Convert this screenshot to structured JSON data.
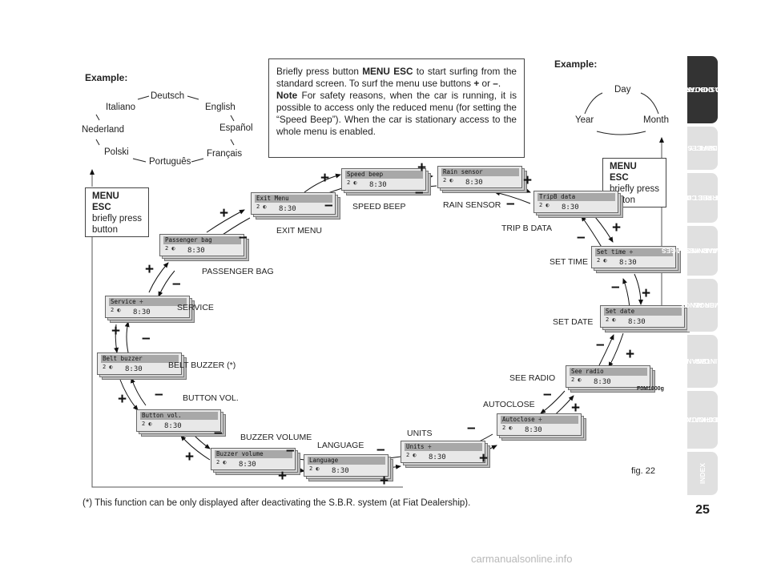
{
  "example_left_title": "Example:",
  "example_right_title": "Example:",
  "languages": [
    "Deutsch",
    "Italiano",
    "English",
    "Nederland",
    "Español",
    "Polski",
    "Français",
    "Português"
  ],
  "months": [
    "Day",
    "Year",
    "Month"
  ],
  "note": {
    "p1_a": "Briefly press button ",
    "p1_b": "MENU ESC",
    "p1_c": " to start surfing from the standard screen. To surf the menu use buttons ",
    "p1_plus": "+",
    "p1_or": " or ",
    "p1_minus": "–",
    "p1_end": ".",
    "p2_label": "Note",
    "p2_text": " For safety reasons, when the car is running, it is possible to access only the reduced menu (for setting the “Speed Beep”). When the car is stationary access to the whole menu is enabled."
  },
  "menu_esc_left": {
    "title1": "MENU",
    "title2": "ESC",
    "line1": "briefly press",
    "line2": "button"
  },
  "menu_esc_right": {
    "title1": "MENU",
    "title2": "ESC",
    "line1": "briefly press",
    "line2": "button"
  },
  "screens": [
    {
      "title": "Speed beep",
      "sub": "2 ◐",
      "time": "8:30",
      "caption": "SPEED BEEP"
    },
    {
      "title": "Rain sensor",
      "sub": "2 ◐",
      "time": "8:30",
      "caption": "RAIN SENSOR"
    },
    {
      "title": "Exit Menu",
      "sub": "2 ◐",
      "time": "8:30",
      "caption": "EXIT MENU"
    },
    {
      "title": "TripB data",
      "sub": "2 ◐",
      "time": "8:30",
      "caption": "TRIP  B  DATA"
    },
    {
      "title": "Passenger bag",
      "sub": "2 ◐",
      "time": "8:30",
      "caption": "PASSENGER   BAG"
    },
    {
      "title": "Set time  ÷",
      "sub": "2 ◐",
      "time": "8:30",
      "caption": "SET TIME"
    },
    {
      "title": "Service  ÷",
      "sub": "2 ◐",
      "time": "8:30",
      "caption": "SERVICE"
    },
    {
      "title": "Set date",
      "sub": "2 ◐",
      "time": "8:30",
      "caption": "SET  DATE"
    },
    {
      "title": "Belt buzzer",
      "sub": "2 ◐",
      "time": "8:30",
      "caption": "BELT BUZZER (*)"
    },
    {
      "title": "See radio",
      "sub": "2 ◐",
      "time": "8:30",
      "caption": "SEE  RADIO"
    },
    {
      "title": "Button vol.",
      "sub": "2 ◐",
      "time": "8:30",
      "caption": "BUTTON VOL."
    },
    {
      "title": "Autoclose  ÷",
      "sub": "2 ◐",
      "time": "8:30",
      "caption": "AUTOCLOSE"
    },
    {
      "title": "Buzzer volume",
      "sub": "2 ◐",
      "time": "8:30",
      "caption": "BUZZER VOLUME"
    },
    {
      "title": "Units     ÷",
      "sub": "2 ◐",
      "time": "8:30",
      "caption": "UNITS"
    },
    {
      "title": "Language",
      "sub": "2 ◐",
      "time": "8:30",
      "caption": "LANGUAGE"
    }
  ],
  "symbols": {
    "plus": "+",
    "minus": "–"
  },
  "figure_code": "F0M1000g",
  "figure_label": "fig. 22",
  "footnote": "(*) This function can be only displayed after deactivating the S.B.R. system (at Fiat Dealership).",
  "page_number": "25",
  "watermark": "carmanualsonline.info",
  "tabs": [
    {
      "l1": "DASHBOARD",
      "l2": "AND CONTROLS",
      "active": true
    },
    {
      "l1": "SAFETY",
      "l2": "DEVICES",
      "active": false
    },
    {
      "l1": "CORRECT USE",
      "l2": "OF THE CAR",
      "active": false
    },
    {
      "l1": "WARNING",
      "l2": "LIGHTS AND MESSAGES",
      "active": false
    },
    {
      "l1": "IN AN",
      "l2": "EMERGENCY",
      "active": false
    },
    {
      "l1": "CAR",
      "l2": "MAINTENANCE",
      "active": false
    },
    {
      "l1": "TECHNICAL",
      "l2": "SPECIFICATIONS",
      "active": false
    },
    {
      "l1": "INDEX",
      "l2": "",
      "active": false
    }
  ]
}
